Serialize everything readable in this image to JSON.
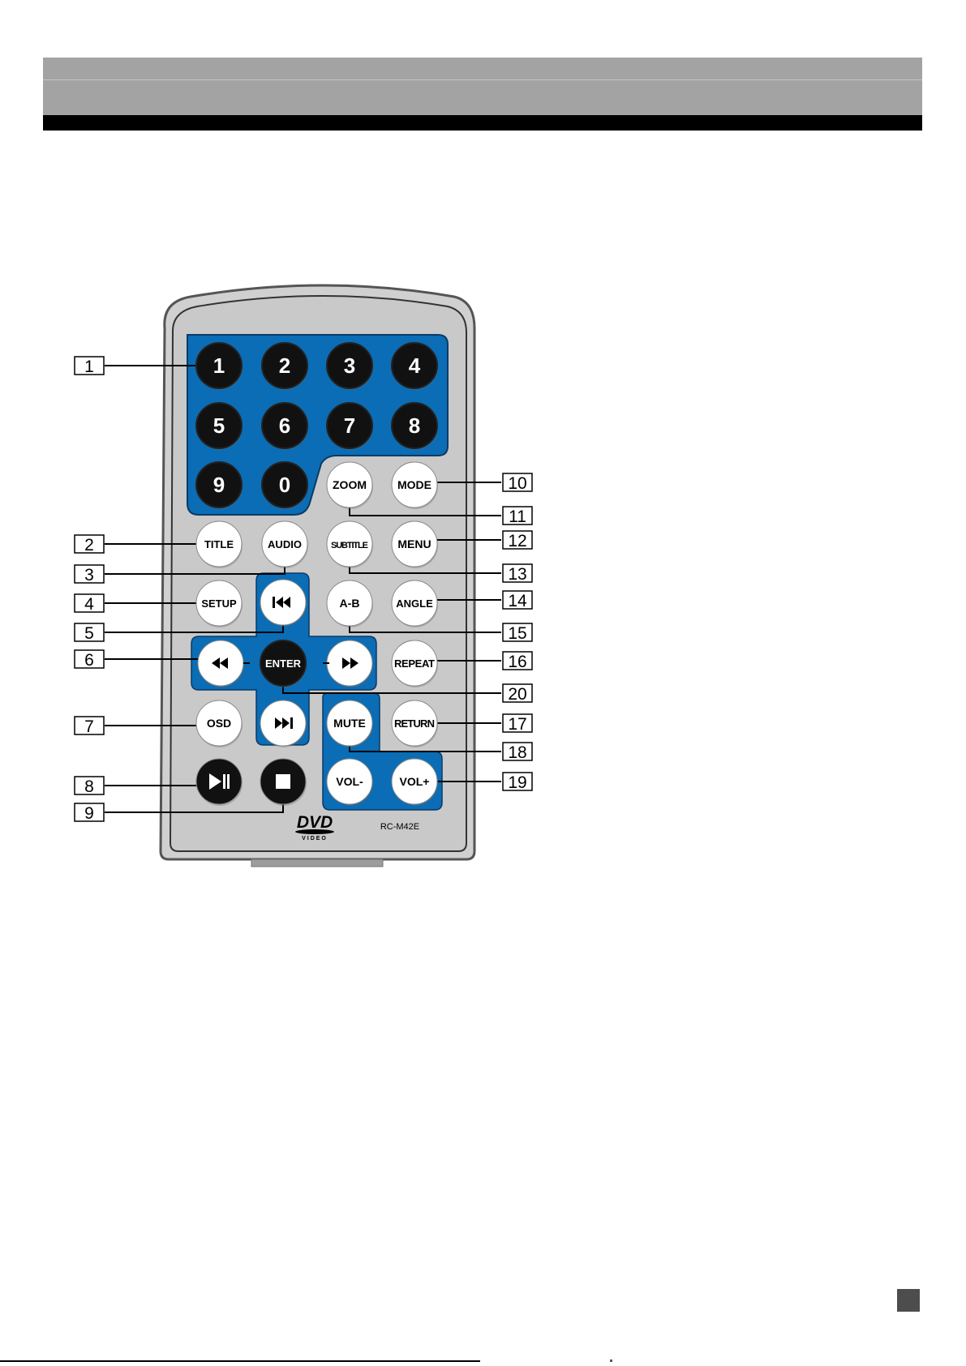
{
  "remote": {
    "model": "RC-M42E",
    "logo": {
      "main": "DVD",
      "sub": "VIDEO"
    },
    "buttons": [
      {
        "id": "btn-1",
        "label": "1",
        "kind": "dark"
      },
      {
        "id": "btn-2",
        "label": "2",
        "kind": "dark"
      },
      {
        "id": "btn-3",
        "label": "3",
        "kind": "dark"
      },
      {
        "id": "btn-4",
        "label": "4",
        "kind": "dark"
      },
      {
        "id": "btn-5",
        "label": "5",
        "kind": "dark"
      },
      {
        "id": "btn-6",
        "label": "6",
        "kind": "dark"
      },
      {
        "id": "btn-7",
        "label": "7",
        "kind": "dark"
      },
      {
        "id": "btn-8",
        "label": "8",
        "kind": "dark"
      },
      {
        "id": "btn-9",
        "label": "9",
        "kind": "dark"
      },
      {
        "id": "btn-0",
        "label": "0",
        "kind": "dark"
      },
      {
        "id": "zoom",
        "label": "ZOOM",
        "kind": "light"
      },
      {
        "id": "mode",
        "label": "MODE",
        "kind": "light"
      },
      {
        "id": "title",
        "label": "TITLE",
        "kind": "light"
      },
      {
        "id": "audio",
        "label": "AUDIO",
        "kind": "light"
      },
      {
        "id": "subtitle",
        "label": "SUBTITLE",
        "kind": "light"
      },
      {
        "id": "menu",
        "label": "MENU",
        "kind": "light"
      },
      {
        "id": "setup",
        "label": "SETUP",
        "kind": "light"
      },
      {
        "id": "prev",
        "label": "",
        "icon": "skip-previous-icon",
        "kind": "light"
      },
      {
        "id": "ab",
        "label": "A-B",
        "kind": "light"
      },
      {
        "id": "angle",
        "label": "ANGLE",
        "kind": "light"
      },
      {
        "id": "rewind",
        "label": "",
        "icon": "rewind-icon",
        "kind": "light"
      },
      {
        "id": "enter",
        "label": "ENTER",
        "kind": "dark"
      },
      {
        "id": "forward",
        "label": "",
        "icon": "fast-forward-icon",
        "kind": "light"
      },
      {
        "id": "repeat",
        "label": "REPEAT",
        "kind": "light"
      },
      {
        "id": "osd",
        "label": "OSD",
        "kind": "light"
      },
      {
        "id": "next",
        "label": "",
        "icon": "skip-next-icon",
        "kind": "light"
      },
      {
        "id": "mute",
        "label": "MUTE",
        "kind": "light"
      },
      {
        "id": "return",
        "label": "RETURN",
        "kind": "light"
      },
      {
        "id": "playpause",
        "label": "",
        "icon": "play-pause-icon",
        "kind": "dark"
      },
      {
        "id": "stop",
        "label": "",
        "icon": "stop-icon",
        "kind": "dark"
      },
      {
        "id": "volminus",
        "label": "VOL-",
        "kind": "light"
      },
      {
        "id": "volplus",
        "label": "VOL+",
        "kind": "light"
      }
    ],
    "callouts": [
      {
        "num": "1",
        "target": "btn-1"
      },
      {
        "num": "2",
        "target": "title"
      },
      {
        "num": "3",
        "target": "audio"
      },
      {
        "num": "4",
        "target": "setup"
      },
      {
        "num": "5",
        "target": "prev"
      },
      {
        "num": "6",
        "target": "rewind"
      },
      {
        "num": "7",
        "target": "osd"
      },
      {
        "num": "8",
        "target": "playpause"
      },
      {
        "num": "9",
        "target": "stop"
      },
      {
        "num": "10",
        "target": "mode"
      },
      {
        "num": "11",
        "target": "zoom"
      },
      {
        "num": "12",
        "target": "menu"
      },
      {
        "num": "13",
        "target": "subtitle"
      },
      {
        "num": "14",
        "target": "angle"
      },
      {
        "num": "15",
        "target": "ab"
      },
      {
        "num": "16",
        "target": "repeat"
      },
      {
        "num": "17",
        "target": "return"
      },
      {
        "num": "18",
        "target": "mute"
      },
      {
        "num": "19",
        "target": "volplus"
      },
      {
        "num": "20",
        "target": "enter"
      }
    ]
  },
  "colors": {
    "panel": "#0a6db5",
    "body": "#c9c9c9",
    "button_dark": "#111111",
    "button_light": "#ffffff"
  }
}
